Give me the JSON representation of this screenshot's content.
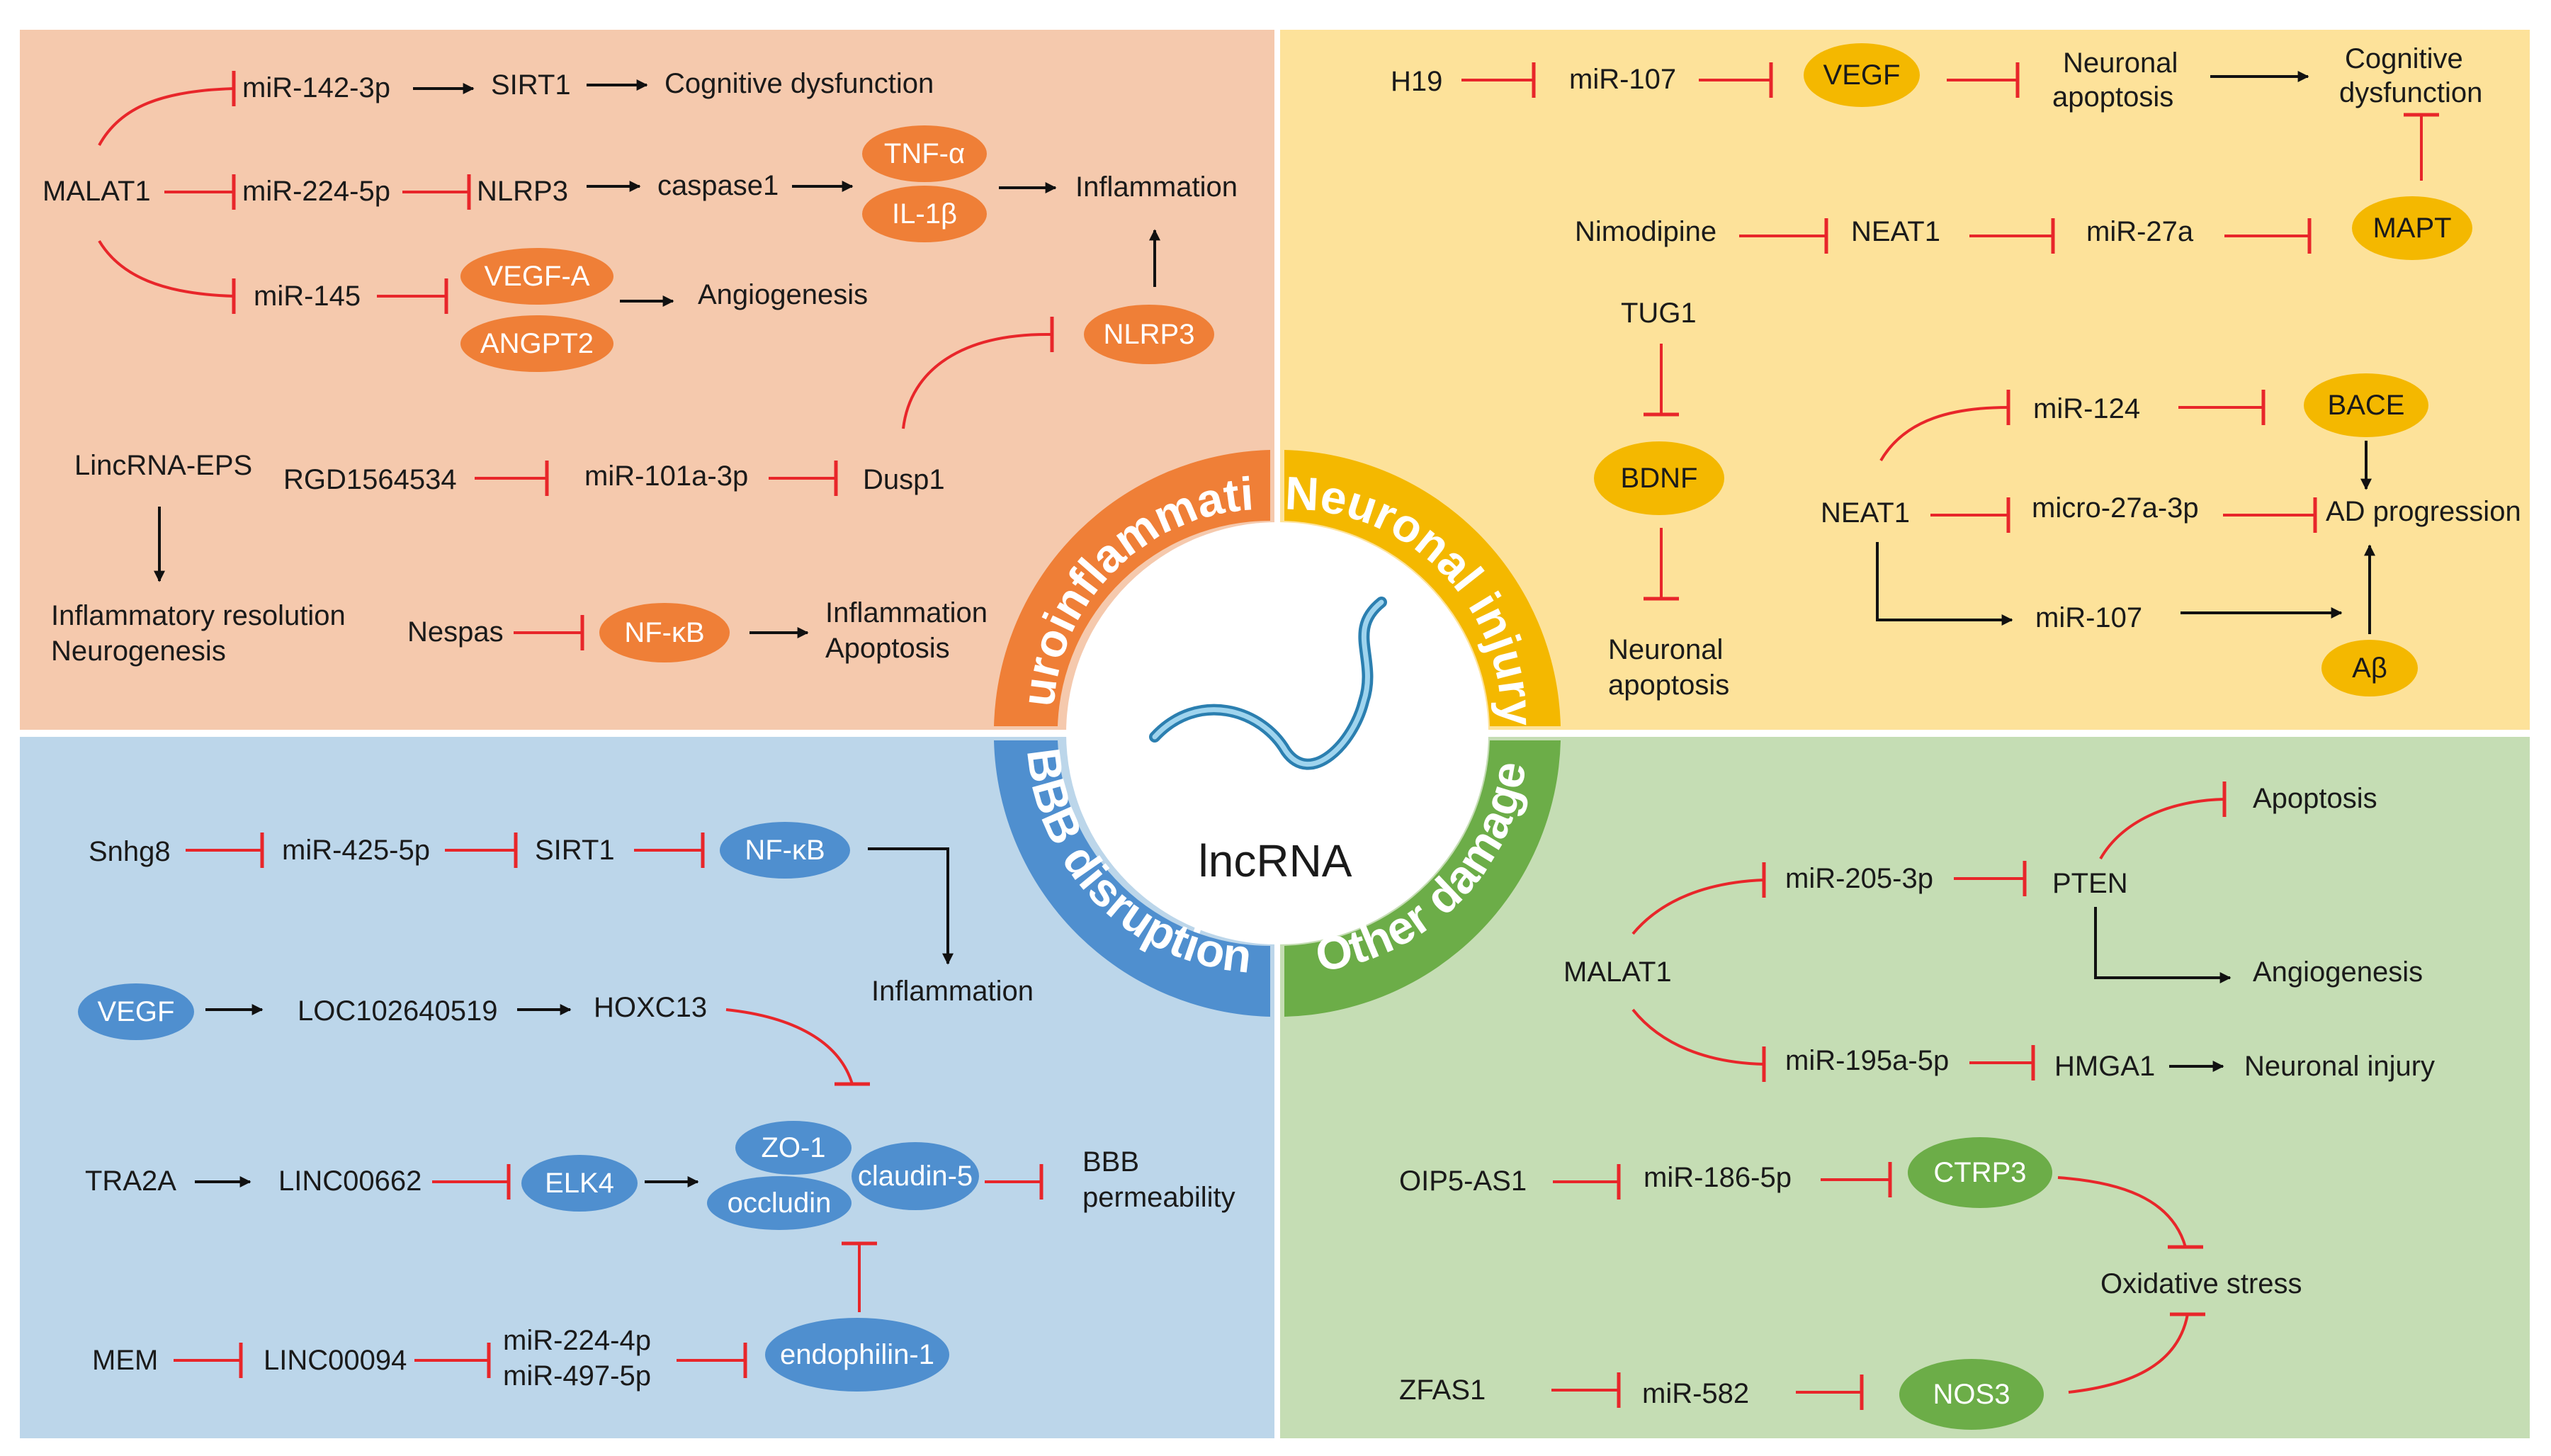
{
  "colors": {
    "neuro_bg": "#f5c9ad",
    "neuronal_bg": "#fde29a",
    "bbb_bg": "#bcd6ea",
    "other_bg": "#c5ddb4",
    "orange": "#ef7f37",
    "yellow": "#f4b800",
    "blue": "#4f8fcf",
    "green": "#6cad48",
    "inhibit": "#e8262a",
    "activate": "#111111"
  },
  "center": {
    "label": "lncRNA",
    "icon": "rna-strand-icon"
  },
  "ring": {
    "neuroinflammation": "Neuroinflammation",
    "neuronal_injury": "Neuronal injury",
    "bbb_disruption": "BBB disruption",
    "other_damage": "Other damage"
  },
  "neuroinflammation": {
    "malat1": "MALAT1",
    "mir142": "miR-142-3p",
    "sirt1": "SIRT1",
    "cognitive": "Cognitive dysfunction",
    "mir224": "miR-224-5p",
    "nlrp3": "NLRP3",
    "caspase1": "caspase1",
    "tnf": "TNF-α",
    "il1b": "IL-1β",
    "inflammation": "Inflammation",
    "mir145": "miR-145",
    "vegfa": "VEGF-A",
    "angpt2": "ANGPT2",
    "angiogenesis": "Angiogenesis",
    "nlrp3_oval": "NLRP3",
    "lincrna": "LincRNA-EPS",
    "rgd": "RGD1564534",
    "mir101": "miR-101a-3p",
    "dusp1": "Dusp1",
    "resolution1": "Inflammatory resolution",
    "resolution2": "Neurogenesis",
    "nespas": "Nespas",
    "nfkb": "NF-κB",
    "inflam_apop1": "Inflammation",
    "inflam_apop2": "Apoptosis"
  },
  "neuronal": {
    "h19": "H19",
    "mir107": "miR-107",
    "vegf": "VEGF",
    "apop1": "Neuronal",
    "apop2": "apoptosis",
    "cog1": "Cognitive",
    "cog2": "dysfunction",
    "nimodipine": "Nimodipine",
    "neat1a": "NEAT1",
    "mir27a": "miR-27a",
    "mapt": "MAPT",
    "tug1": "TUG1",
    "bdnf": "BDNF",
    "napop1": "Neuronal",
    "napop2": "apoptosis",
    "mir124": "miR-124",
    "bace": "BACE",
    "neat1b": "NEAT1",
    "micro27": "micro-27a-3p",
    "ad": "AD progression",
    "mir107b": "miR-107",
    "abeta": "Aβ"
  },
  "bbb": {
    "snhg8": "Snhg8",
    "mir425": "miR-425-5p",
    "sirt1": "SIRT1",
    "nfkb": "NF-κB",
    "inflammation": "Inflammation",
    "vegf": "VEGF",
    "loc": "LOC102640519",
    "hoxc13": "HOXC13",
    "tra2a": "TRA2A",
    "linc662": "LINC00662",
    "elk4": "ELK4",
    "zo1": "ZO-1",
    "occludin": "occludin",
    "claudin5": "claudin-5",
    "bbb1": "BBB",
    "bbb2": "permeability",
    "mem": "MEM",
    "linc094": "LINC00094",
    "mir224": "miR-224-4p",
    "mir497": "miR-497-5p",
    "endophilin": "endophilin-1"
  },
  "other": {
    "malat1": "MALAT1",
    "mir205": "miR-205-3p",
    "pten": "PTEN",
    "apoptosis": "Apoptosis",
    "angiogenesis": "Angiogenesis",
    "mir195": "miR-195a-5p",
    "hmga1": "HMGA1",
    "neuronal_injury": "Neuronal injury",
    "oip5": "OIP5-AS1",
    "mir186": "miR-186-5p",
    "ctrp3": "CTRP3",
    "oxidative": "Oxidative stress",
    "zfas1": "ZFAS1",
    "mir582": "miR-582",
    "nos3": "NOS3"
  }
}
